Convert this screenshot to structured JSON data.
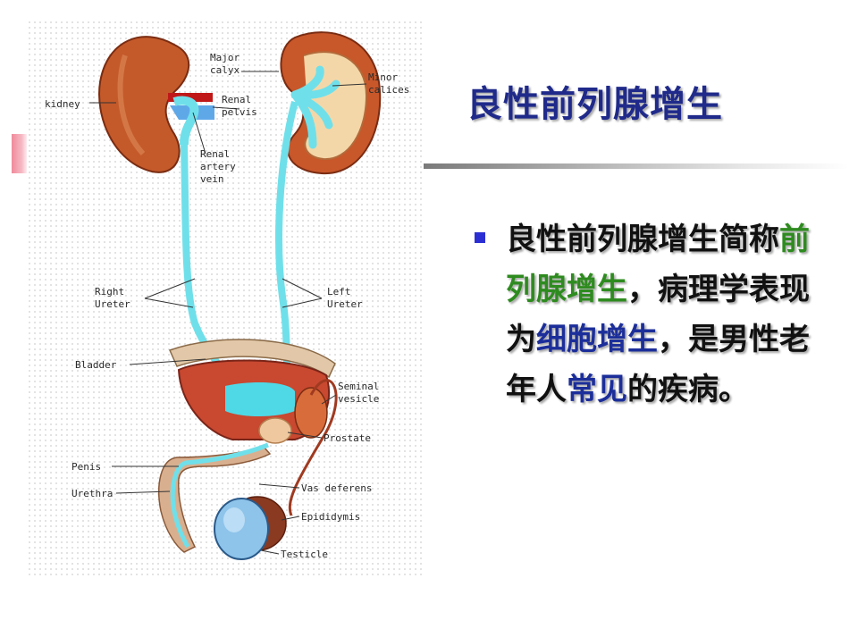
{
  "title": "良性前列腺增生",
  "bullet": {
    "seg1": "良性前列腺增生简称",
    "hl1": "前列腺增生",
    "seg2": "，病理学表现为",
    "hl2": "细胞增生",
    "seg3": "，是男性老年人",
    "hl3": "常见",
    "seg4": "的疾病。"
  },
  "diagram": {
    "labels": {
      "kidney": "kidney",
      "major_calyx_1": "Major",
      "major_calyx_2": "calyx",
      "renal_pelvis_1": "Renal",
      "renal_pelvis_2": "pelvis",
      "renal_artery_1": "Renal",
      "renal_artery_2": "artery",
      "renal_artery_3": "vein",
      "minor_calices_1": "Minor",
      "minor_calices_2": "calices",
      "right_ureter_1": "Right",
      "right_ureter_2": "Ureter",
      "left_ureter_1": "Left",
      "left_ureter_2": "Ureter",
      "bladder": "Bladder",
      "seminal_vesicle_1": "Seminal",
      "seminal_vesicle_2": "vesicle",
      "prostate": "Prostate",
      "penis": "Penis",
      "urethra": "Urethra",
      "vas_deferens": "Vas deferens",
      "epididymis": "Epididymis",
      "testicle": "Testicle"
    }
  },
  "colors": {
    "title": "#1f2a8a",
    "bullet_marker": "#2b2fd3",
    "highlight_green": "#2e8b1f",
    "highlight_blue": "#1c2e9a",
    "accent_bar": "#f08a9a"
  }
}
